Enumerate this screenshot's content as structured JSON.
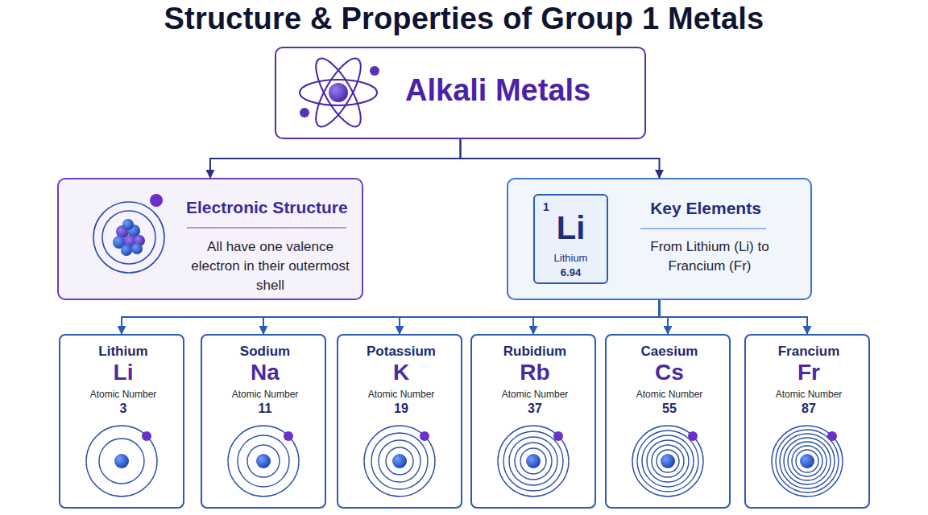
{
  "diagram": {
    "title": "Structure & Properties of Group 1 Metals",
    "nodes": [
      {
        "text": [
          "Alkali Metals"
        ]
      },
      {
        "text": [
          "Electronic Structure",
          "All have one valence electron in their outermost shell"
        ]
      },
      {
        "text": [
          "Key Elements",
          "From Lithium (Li) to Francium (Fr)"
        ]
      },
      {
        "text": [
          "1",
          "Li",
          "Lithium",
          "6.94"
        ],
        "in": 2
      },
      {
        "text": [
          "Lithium",
          "Li",
          "Atomic Number",
          "3"
        ]
      },
      {
        "text": [
          "Sodium",
          "Na",
          "Atomic Number",
          "11"
        ]
      },
      {
        "text": [
          "Potassium",
          "K",
          "Atomic Number",
          "19"
        ]
      },
      {
        "text": [
          "Rubidium",
          "Rb",
          "Atomic Number",
          "37"
        ]
      },
      {
        "text": [
          "Caesium",
          "Cs",
          "Atomic Number",
          "55"
        ]
      },
      {
        "text": [
          "Francium",
          "Fr",
          "Atomic Number",
          "87"
        ]
      }
    ],
    "edges": [
      {
        "from": 0,
        "to": 1,
        "arrow": "to"
      },
      {
        "from": 0,
        "to": 2,
        "arrow": "to"
      },
      {
        "from": 2,
        "to": 4,
        "arrow": "to"
      },
      {
        "from": 2,
        "to": 5,
        "arrow": "to"
      },
      {
        "from": 2,
        "to": 6,
        "arrow": "to"
      },
      {
        "from": 2,
        "to": 7,
        "arrow": "to"
      },
      {
        "from": 2,
        "to": 8,
        "arrow": "to"
      },
      {
        "from": 2,
        "to": 9,
        "arrow": "to"
      }
    ]
  }
}
